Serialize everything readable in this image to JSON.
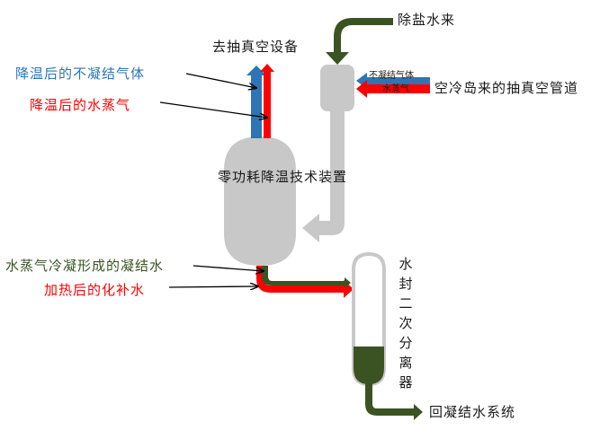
{
  "labels": {
    "to_vacuum": "去抽真空设备",
    "cooled_noncondensable": "降温后的不凝结气体",
    "cooled_steam": "降温后的水蒸气",
    "demin_water_in": "除盐水来",
    "noncondensable_small": "不凝结气体",
    "steam_small": "水蒸气",
    "air_cooling_vacuum_pipe": "空冷岛来的抽真空管道",
    "device_name": "零功耗降温技术装置",
    "condensate": "水蒸气冷凝形成的凝结水",
    "heated_makeup": "加热后的化补水",
    "separator": [
      "水",
      "封",
      "二",
      "次",
      "分",
      "离",
      "器"
    ],
    "return_condensate": "回凝结水系统"
  },
  "colors": {
    "blue": "#2e75b6",
    "red": "#ff0000",
    "green": "#3b5323",
    "gray": "#c8c8c8"
  }
}
